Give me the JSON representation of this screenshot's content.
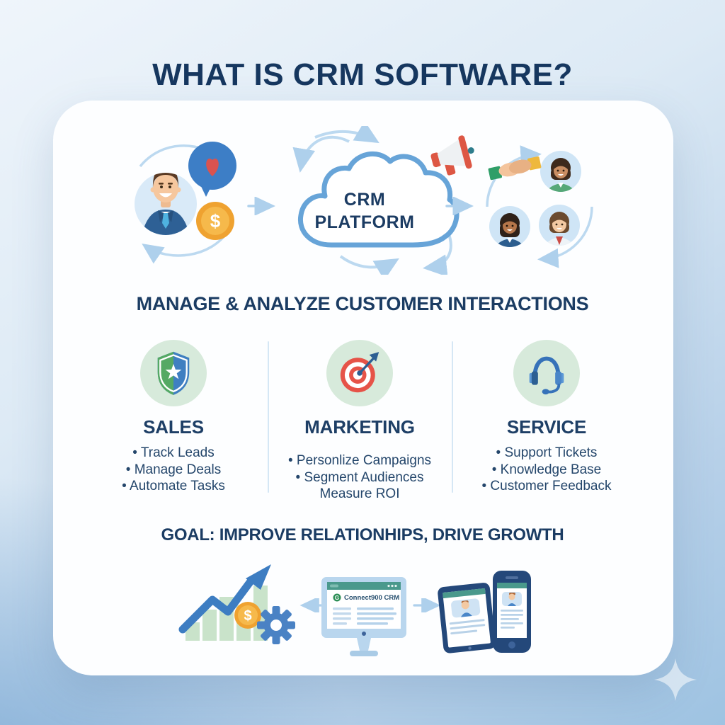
{
  "title": "WHAT IS CRM SOFTWARE?",
  "flow": {
    "platform": {
      "line1": "CRM",
      "line2": "PLATFORM"
    }
  },
  "section_heading": "MANAGE & ANALYZE CUSTOMER INTERACTIONS",
  "pillars": [
    {
      "title": "SALES",
      "icon": "shield-icon",
      "items": [
        "• Track Leads",
        "• Manage Deals",
        "• Automate Tasks"
      ]
    },
    {
      "title": "MARKETING",
      "icon": "target-icon",
      "items": [
        "• Personlize Campaigns",
        "• Segment Audiences",
        "Measure ROI"
      ]
    },
    {
      "title": "SERVICE",
      "icon": "headset-icon",
      "items": [
        "• Support Tickets",
        "• Knowledge Base",
        "• Customer Feedback"
      ]
    }
  ],
  "goal_heading": "GOAL: IMPROVE RELATIONHIPS, DRIVE GROWTH",
  "bottom": {
    "monitor_logo": "G",
    "monitor_brand": "Connect900 CRM"
  },
  "glyphs": {
    "dollar": "$"
  },
  "colors": {
    "navy_text": "#1b3c63",
    "card_bg": "#fdfeff",
    "background_top": "#eff5fb",
    "background_bottom": "#8fb9dd",
    "cloud_stroke": "#67a4d8",
    "flow_arrow": "#aed0ec",
    "pale_green_circle": "#d7eadb",
    "shield_green": "#55a964",
    "shield_blue": "#3f7fc1",
    "target_red": "#e65348",
    "headset_blue": "#3672b9",
    "coin_orange": "#efa230",
    "heart_red": "#d9534f",
    "bubble_blue": "#3d7ec6",
    "growth_blue": "#3d7dc2",
    "bar_green": "#c9e3ca",
    "device_navy": "#24487a",
    "screen_teal": "#4a998c"
  }
}
